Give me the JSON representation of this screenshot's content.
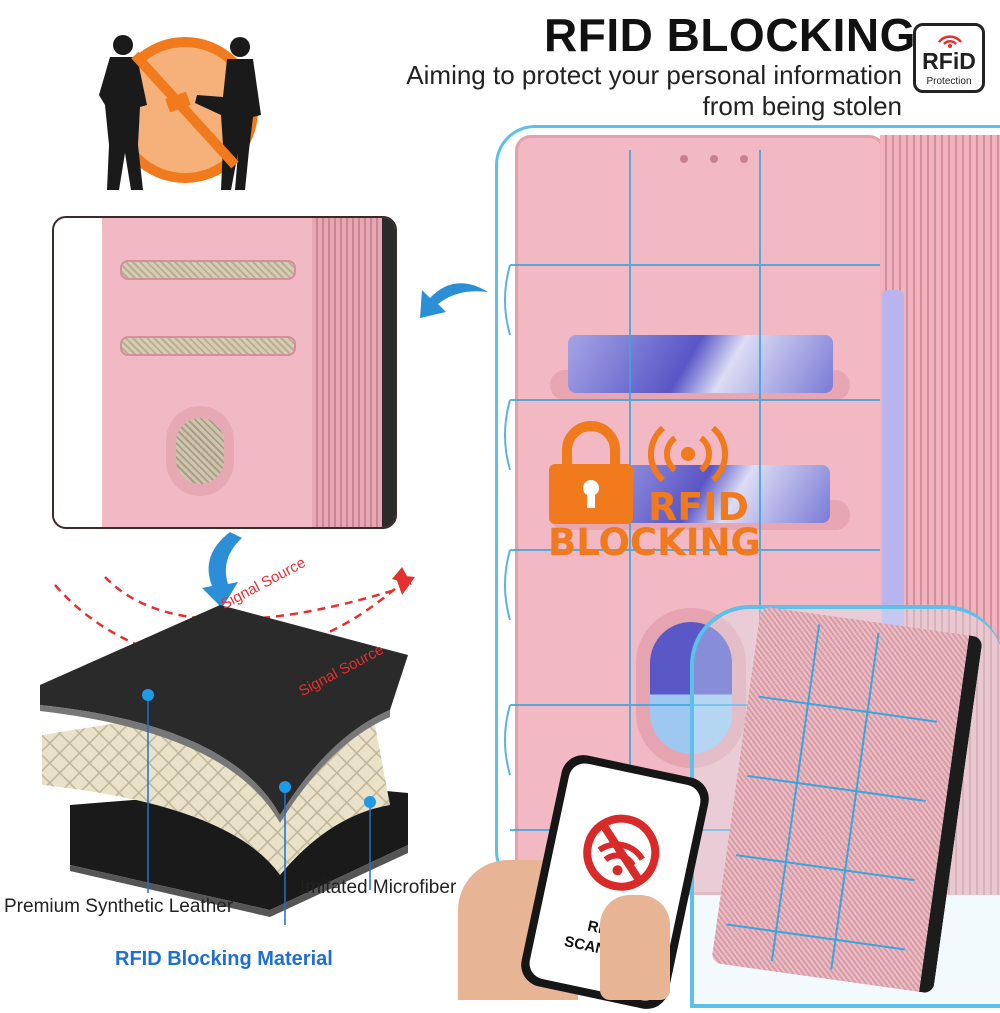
{
  "header": {
    "title": "RFID BLOCKING",
    "tagline_line1": "Aiming to protect your personal information",
    "tagline_line2": "from being stolen"
  },
  "badge": {
    "main": "RFiD",
    "sub": "Protection"
  },
  "overlay": {
    "line1": "RFID",
    "line2": "BLOCKING"
  },
  "layers": {
    "signal_source_1": "Signal Source",
    "signal_source_2": "Signal Source",
    "leather": "Premium Synthetic Leather",
    "microfiber": "Imitated Microfiber",
    "rfid_material": "RFID Blocking Material"
  },
  "phone": {
    "line1": "RFID",
    "line2": "SCANNER"
  },
  "colors": {
    "rose_gold": "#f0b6c0",
    "rose_gold_dark": "#d98e9c",
    "accent_orange": "#f07a1c",
    "accent_blue": "#1f6fd1",
    "shield_blue": "#3fa8d8",
    "signal_red": "#e53030"
  }
}
